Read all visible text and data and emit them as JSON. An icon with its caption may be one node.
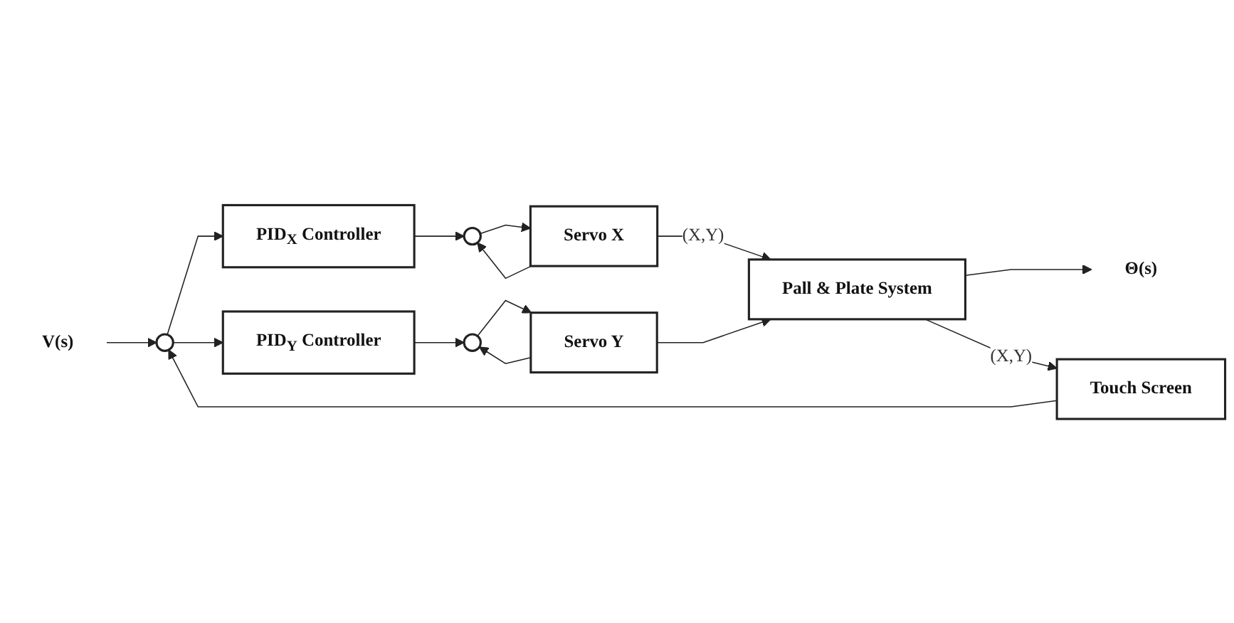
{
  "diagram": {
    "nodes": [
      {
        "text": [
          "V(s)"
        ]
      },
      {
        "text": [],
        "shape": "circle"
      },
      {
        "text": [
          "PID$_{X}$ Controller"
        ]
      },
      {
        "text": [],
        "shape": "circle"
      },
      {
        "text": [
          "Servo X"
        ]
      },
      {
        "text": [
          "PID$_{Y}$ Controller"
        ]
      },
      {
        "text": [],
        "shape": "circle"
      },
      {
        "text": [
          "Servo Y"
        ]
      },
      {
        "text": [
          "Pall & Plate System"
        ]
      },
      {
        "text": [
          "Θ(s)"
        ]
      },
      {
        "text": [
          "Touch Screen"
        ]
      }
    ],
    "edges": [
      {
        "from": 0,
        "to": 1,
        "arrow": "to"
      },
      {
        "from": 1,
        "to": 2,
        "arrow": "to"
      },
      {
        "from": 1,
        "to": 5,
        "arrow": "to"
      },
      {
        "from": 2,
        "to": 3,
        "arrow": "to"
      },
      {
        "from": 3,
        "to": 4,
        "arrow": "to"
      },
      {
        "from": 4,
        "to": 3,
        "arrow": "to"
      },
      {
        "from": 5,
        "to": 6,
        "arrow": "to"
      },
      {
        "from": 6,
        "to": 7,
        "arrow": "to"
      },
      {
        "from": 7,
        "to": 6,
        "arrow": "to"
      },
      {
        "from": 4,
        "to": 8,
        "arrow": "to",
        "label": "(X,Y)"
      },
      {
        "from": 7,
        "to": 8,
        "arrow": "to"
      },
      {
        "from": 8,
        "to": 9,
        "arrow": "to"
      },
      {
        "from": 8,
        "to": 10,
        "arrow": "to",
        "label": "(X,Y)"
      },
      {
        "from": 10,
        "to": 1,
        "arrow": "to"
      }
    ]
  }
}
